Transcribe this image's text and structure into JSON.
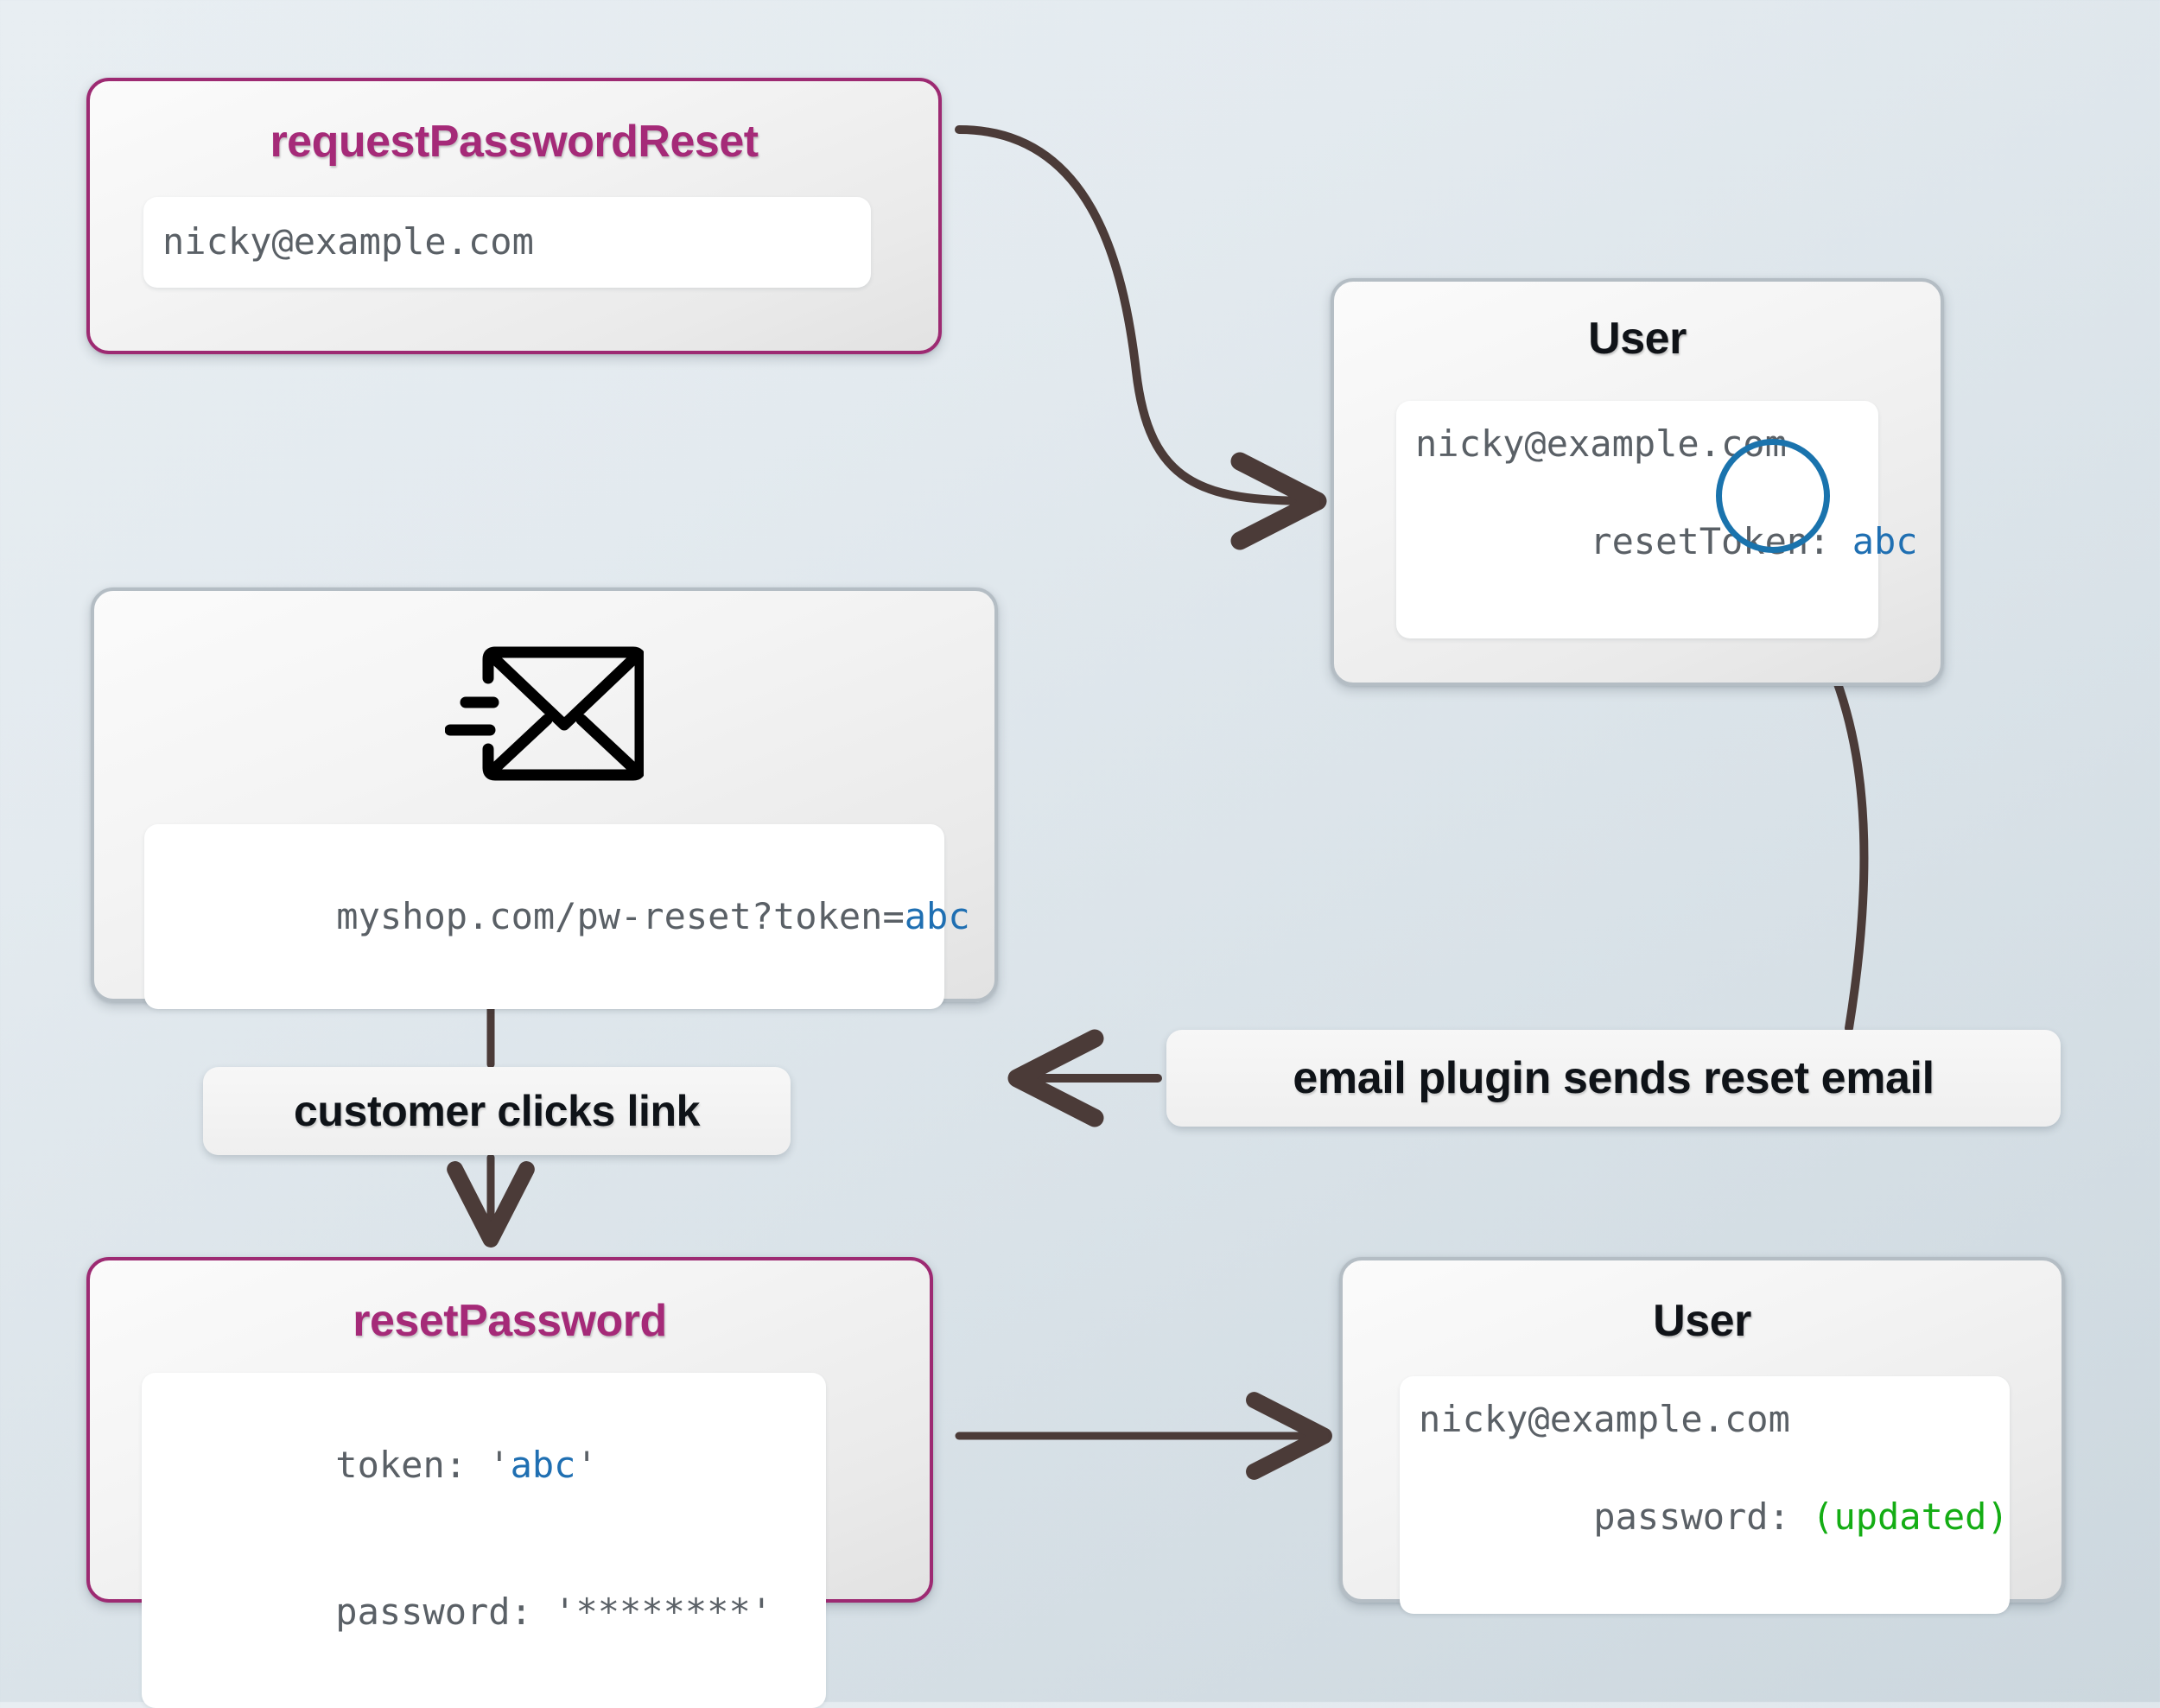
{
  "theme": {
    "accent_color": "#a52a78",
    "neutral_border": "#b4bdc4",
    "token_blue": "#1f6fb2",
    "updated_green": "#14ad14",
    "arrow_color": "#4b3b38",
    "background_from": "#e8eef2",
    "background_to": "#ccd7de"
  },
  "nodes": {
    "request_password_reset": {
      "title": "requestPasswordReset",
      "fields": [
        {
          "text": "nicky@example.com"
        }
      ]
    },
    "user_token": {
      "title": "User",
      "fields": [
        {
          "text": "nicky@example.com"
        },
        {
          "label": "resetToken:",
          "value": " abc",
          "highlight": "circle-blue"
        }
      ]
    },
    "email": {
      "icon": "send-envelope-icon",
      "fields": [
        {
          "prefix": "myshop.com/pw-reset?token=",
          "value": "abc"
        }
      ]
    },
    "reset_password": {
      "title": "resetPassword",
      "fields": [
        {
          "label": "token:",
          "value": " 'abc'"
        },
        {
          "label": "password:",
          "value": " '********'"
        }
      ]
    },
    "user_updated": {
      "title": "User",
      "fields": [
        {
          "text": "nicky@example.com"
        },
        {
          "label": "password:",
          "value": " (updated)"
        }
      ]
    }
  },
  "edges": [
    {
      "id": "request-to-user",
      "label": "",
      "from": "request_password_reset",
      "to": "user_token",
      "style": "curved-arrow"
    },
    {
      "id": "user-to-plugin",
      "label": "",
      "from": "user_token",
      "to": "label_email_plugin",
      "style": "curved-line"
    },
    {
      "id": "plugin-to-email",
      "label": "email plugin sends reset email",
      "from": "label_email_plugin",
      "to": "email",
      "style": "straight-arrow-left"
    },
    {
      "id": "email-to-reset",
      "label": "customer clicks link",
      "from": "email",
      "to": "reset_password",
      "style": "straight-arrow-down"
    },
    {
      "id": "reset-to-user",
      "label": "",
      "from": "reset_password",
      "to": "user_updated",
      "style": "straight-arrow-right"
    }
  ],
  "labels": {
    "email_plugin": "email plugin sends reset email",
    "customer_clicks": "customer clicks link"
  },
  "tokens": {
    "token_literal_quoted": "'abc'",
    "token_plain": "abc",
    "password_masked": "'********'",
    "password_updated": "(updated)"
  }
}
